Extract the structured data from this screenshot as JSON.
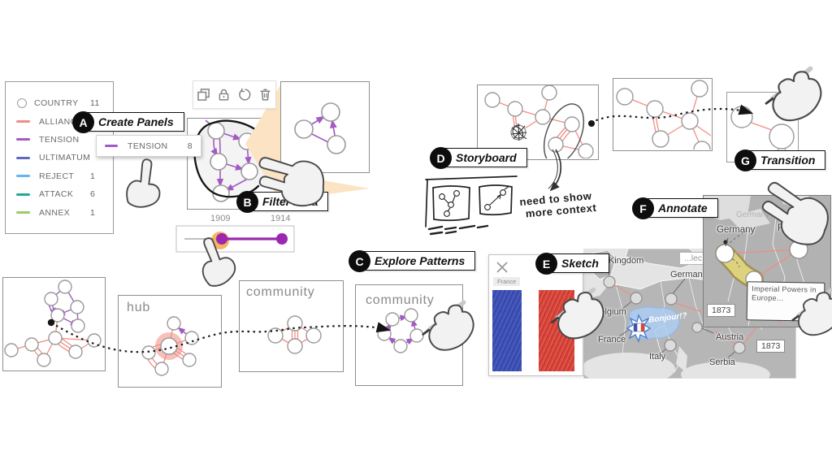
{
  "steps": [
    {
      "letter": "A",
      "label": "Create Panels"
    },
    {
      "letter": "B",
      "label": "Filter Data"
    },
    {
      "letter": "C",
      "label": "Explore Patterns"
    },
    {
      "letter": "D",
      "label": "Storyboard"
    },
    {
      "letter": "E",
      "label": "Sketch"
    },
    {
      "letter": "F",
      "label": "Annotate"
    },
    {
      "letter": "G",
      "label": "Transition"
    }
  ],
  "legend": {
    "items": [
      {
        "label": "COUNTRY",
        "count": "11",
        "type": "circle",
        "color": "#9e9e9e"
      },
      {
        "label": "ALLIANCE",
        "count": "",
        "type": "line",
        "color": "#f08d84"
      },
      {
        "label": "TENSION",
        "count": "",
        "type": "line",
        "color": "#a35ac4"
      },
      {
        "label": "ULTIMATUM",
        "count": "",
        "type": "line",
        "color": "#5c6bc0"
      },
      {
        "label": "REJECT",
        "count": "1",
        "type": "line",
        "color": "#64b5f6"
      },
      {
        "label": "ATTACK",
        "count": "6",
        "type": "line",
        "color": "#26a69a"
      },
      {
        "label": "ANNEX",
        "count": "1",
        "type": "line",
        "color": "#9ccc65"
      }
    ]
  },
  "drag_chip": {
    "label": "TENSION",
    "count": "8"
  },
  "timeline": {
    "start": "1909",
    "end": "1914"
  },
  "panels": {
    "hub": "hub",
    "community_a": "community",
    "community_b": "community"
  },
  "storyboard_note": {
    "line1": "need to show",
    "line2": "more context"
  },
  "sketch": {
    "tag": "France"
  },
  "map": {
    "uk": "United Kingdom",
    "belgium": "Belgium",
    "france": "France",
    "italy": "Italy",
    "germany": "Germany",
    "austria": "Austria",
    "serbia": "Serbia",
    "year": "1873",
    "clipped_box": "...lec",
    "speech": "Bonjour!?"
  },
  "inset": {
    "germany": "Germany",
    "russia": "Russia",
    "germany_faded": "Germany",
    "year": "1873",
    "note_line1": "Imperial Powers in",
    "note_line2": "Europe..."
  },
  "colors": {
    "alliance": "#f08d84",
    "tension": "#a35ac4",
    "highlight_orange": "#fbe3c3",
    "annotation_yellow": "#ddd27d",
    "touch_orange": "#f2a33c",
    "slider_purple": "#9c27b0"
  }
}
